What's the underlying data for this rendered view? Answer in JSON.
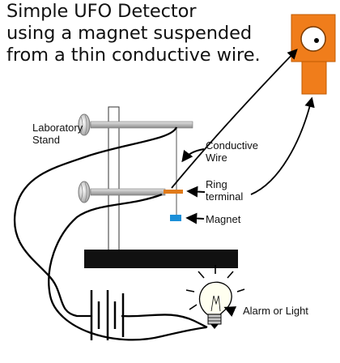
{
  "title": {
    "line1": "Simple UFO Detector",
    "line2": "using a magnet suspended",
    "line3": "from a thin conductive wire."
  },
  "labels": {
    "stand_1": "Laboratory",
    "stand_2": "Stand",
    "wire_1": "Conductive",
    "wire_2": "Wire",
    "ring_1": "Ring",
    "ring_2": "terminal",
    "magnet": "Magnet",
    "alarm": "Alarm or Light"
  },
  "colors": {
    "detector": "#f07d1b",
    "magnet": "#1b8fd8",
    "ring": "#e07a1a",
    "base": "#111111",
    "rod": "#c0c0c0",
    "wire": "#000000"
  },
  "icons": {
    "battery": "battery-icon",
    "bulb": "light-bulb-icon",
    "detector": "ufo-detector-icon"
  }
}
